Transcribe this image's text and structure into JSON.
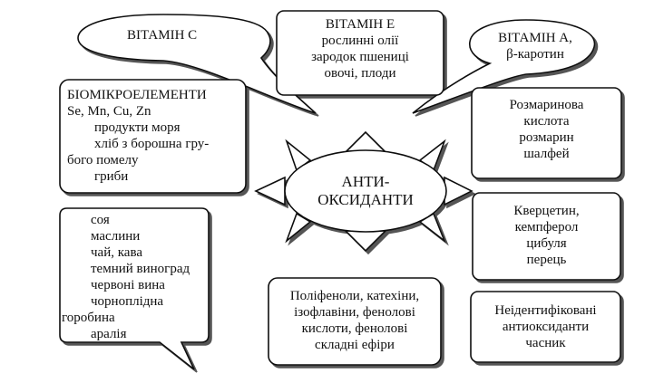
{
  "center": {
    "lines": [
      "АНТИ-",
      "ОКСИДАНТИ"
    ]
  },
  "vitamin_c": {
    "title": "ВІТАМІН С"
  },
  "vitamin_e": {
    "title": "ВІТАМІН Е",
    "lines": [
      "рослинні олії",
      "зародок пшениці",
      "овочі, плоди"
    ]
  },
  "vitamin_a": {
    "title": "ВІТАМІН А,",
    "subtitle": "β-каротин"
  },
  "microelements": {
    "title": "БІОМІКРОЕЛЕМЕНТИ",
    "elements": "Se, Mn, Cu, Zn",
    "lines": [
      "продукти моря",
      "хліб з борошна гру-",
      "бого помелу",
      "гриби"
    ]
  },
  "rosmarinic": {
    "lines": [
      "Розмаринова",
      "кислота",
      "розмарин",
      "шалфей"
    ]
  },
  "quercetin": {
    "lines": [
      "Кверцетин,",
      "кемпферол",
      "цибуля",
      "перець"
    ]
  },
  "products": {
    "lines": [
      "соя",
      "маслини",
      "чай, кава",
      "темний виноград",
      "червоні вина",
      "чорноплідна",
      "горобина",
      "аралія"
    ]
  },
  "polyphenols": {
    "lines": [
      "Поліфеноли, катехіни,",
      "ізофлавіни, фенолові",
      "кислоти, фенолові",
      "складні ефіри"
    ]
  },
  "unidentified": {
    "lines": [
      "Неідентифіковані",
      "антиоксиданти",
      "часник"
    ]
  }
}
